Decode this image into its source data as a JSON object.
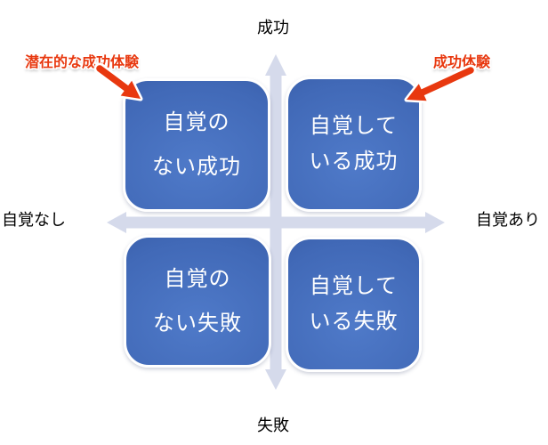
{
  "axis": {
    "top": "成功",
    "bottom": "失敗",
    "left": "自覚なし",
    "right": "自覚あり"
  },
  "quadrants": {
    "top_left": {
      "line1": "自覚の",
      "line2": "ない成功"
    },
    "top_right": {
      "line1": "自覚して",
      "line2": "いる成功"
    },
    "bottom_left": {
      "line1": "自覚の",
      "line2": "ない失敗"
    },
    "bottom_right": {
      "line1": "自覚して",
      "line2": "いる失敗"
    }
  },
  "annotations": {
    "top_left": "潜在的な成功体験",
    "top_right": "成功体験"
  },
  "colors": {
    "quadrant_blue": "#4169b7",
    "quadrant_highlight": "#4f7ac9",
    "quadrant_dark": "#30539b",
    "quadrant_text": "#ffffff",
    "axis_arrow": "#d5daeb",
    "axis_label_text": "#000000",
    "annotation_red": "#e8380f"
  }
}
